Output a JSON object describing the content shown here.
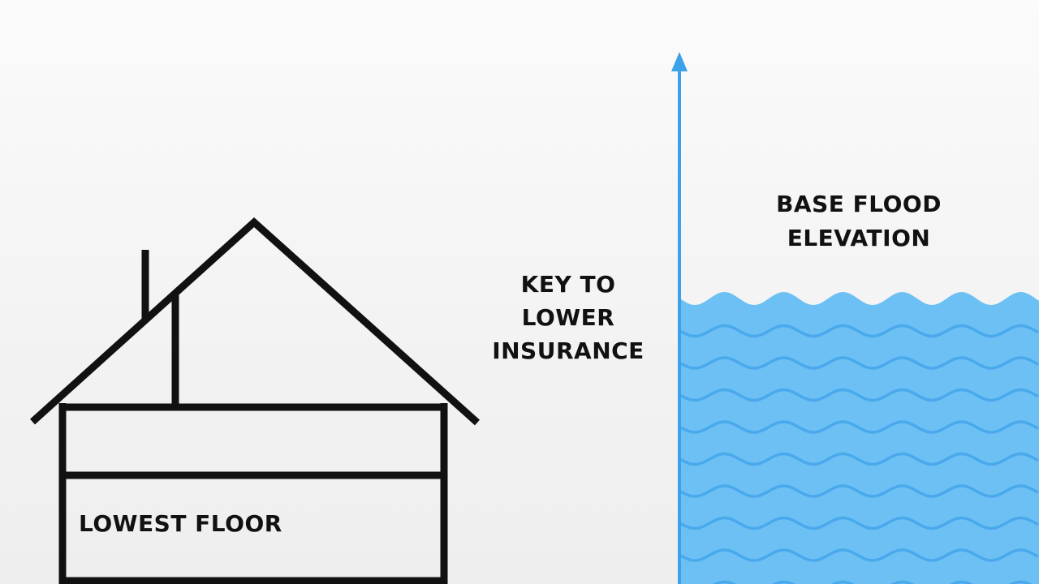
{
  "labels": {
    "lowest_floor": "LOWEST FLOOR",
    "key_to_lower_insurance": [
      "KEY TO",
      "LOWER",
      "INSURANCE"
    ],
    "base_flood_elevation": [
      "BASE FLOOD",
      "ELEVATION"
    ]
  },
  "colors": {
    "outline": "#111111",
    "arrow": "#3ba1e8",
    "water": "#6cc0f3",
    "water_wave_lines": "#4aa9ec",
    "background": "#f4f4f4"
  },
  "icons": {
    "house": "house-outline-icon",
    "arrow": "up-arrow-icon",
    "water": "flood-water-icon"
  }
}
